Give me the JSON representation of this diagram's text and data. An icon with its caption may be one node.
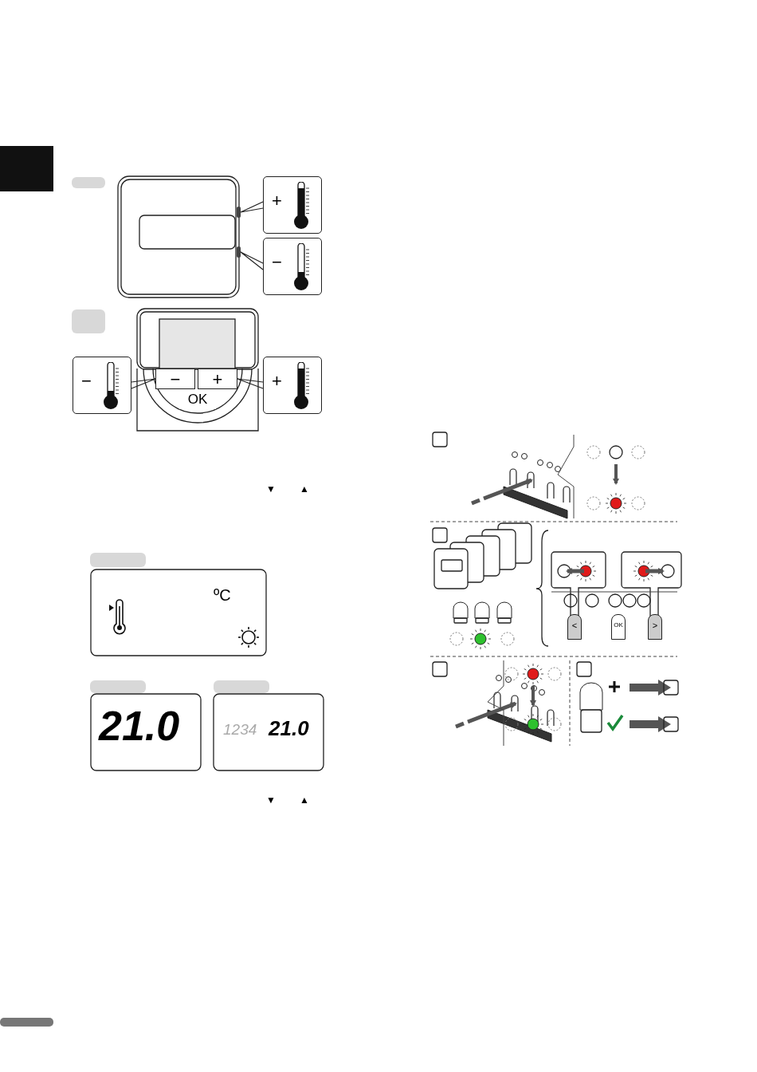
{
  "diagram": {
    "nodes": [
      {
        "text": [
          "+"
        ]
      },
      {
        "text": [
          "−"
        ]
      },
      {
        "text": [
          "−"
        ]
      },
      {
        "text": [
          "+"
        ]
      },
      {
        "text": [
          "−"
        ]
      },
      {
        "text": [
          "+"
        ]
      },
      {
        "text": [
          "OK"
        ]
      },
      {
        "text": [],
        "shape": "box"
      },
      {
        "text": [],
        "shape": "box"
      }
    ],
    "edges": [
      {
        "from": 0,
        "to": 7,
        "arrow": "none"
      },
      {
        "from": 1,
        "to": 8,
        "arrow": "none"
      },
      {
        "from": 2,
        "to": 4,
        "arrow": "none"
      },
      {
        "from": 3,
        "to": 5,
        "arrow": "none"
      }
    ],
    "labels": [
      "▼",
      "▲",
      "ºC",
      "21.0",
      "1234",
      "21.0",
      "▼",
      "▲",
      "<",
      "OK",
      ">"
    ]
  }
}
